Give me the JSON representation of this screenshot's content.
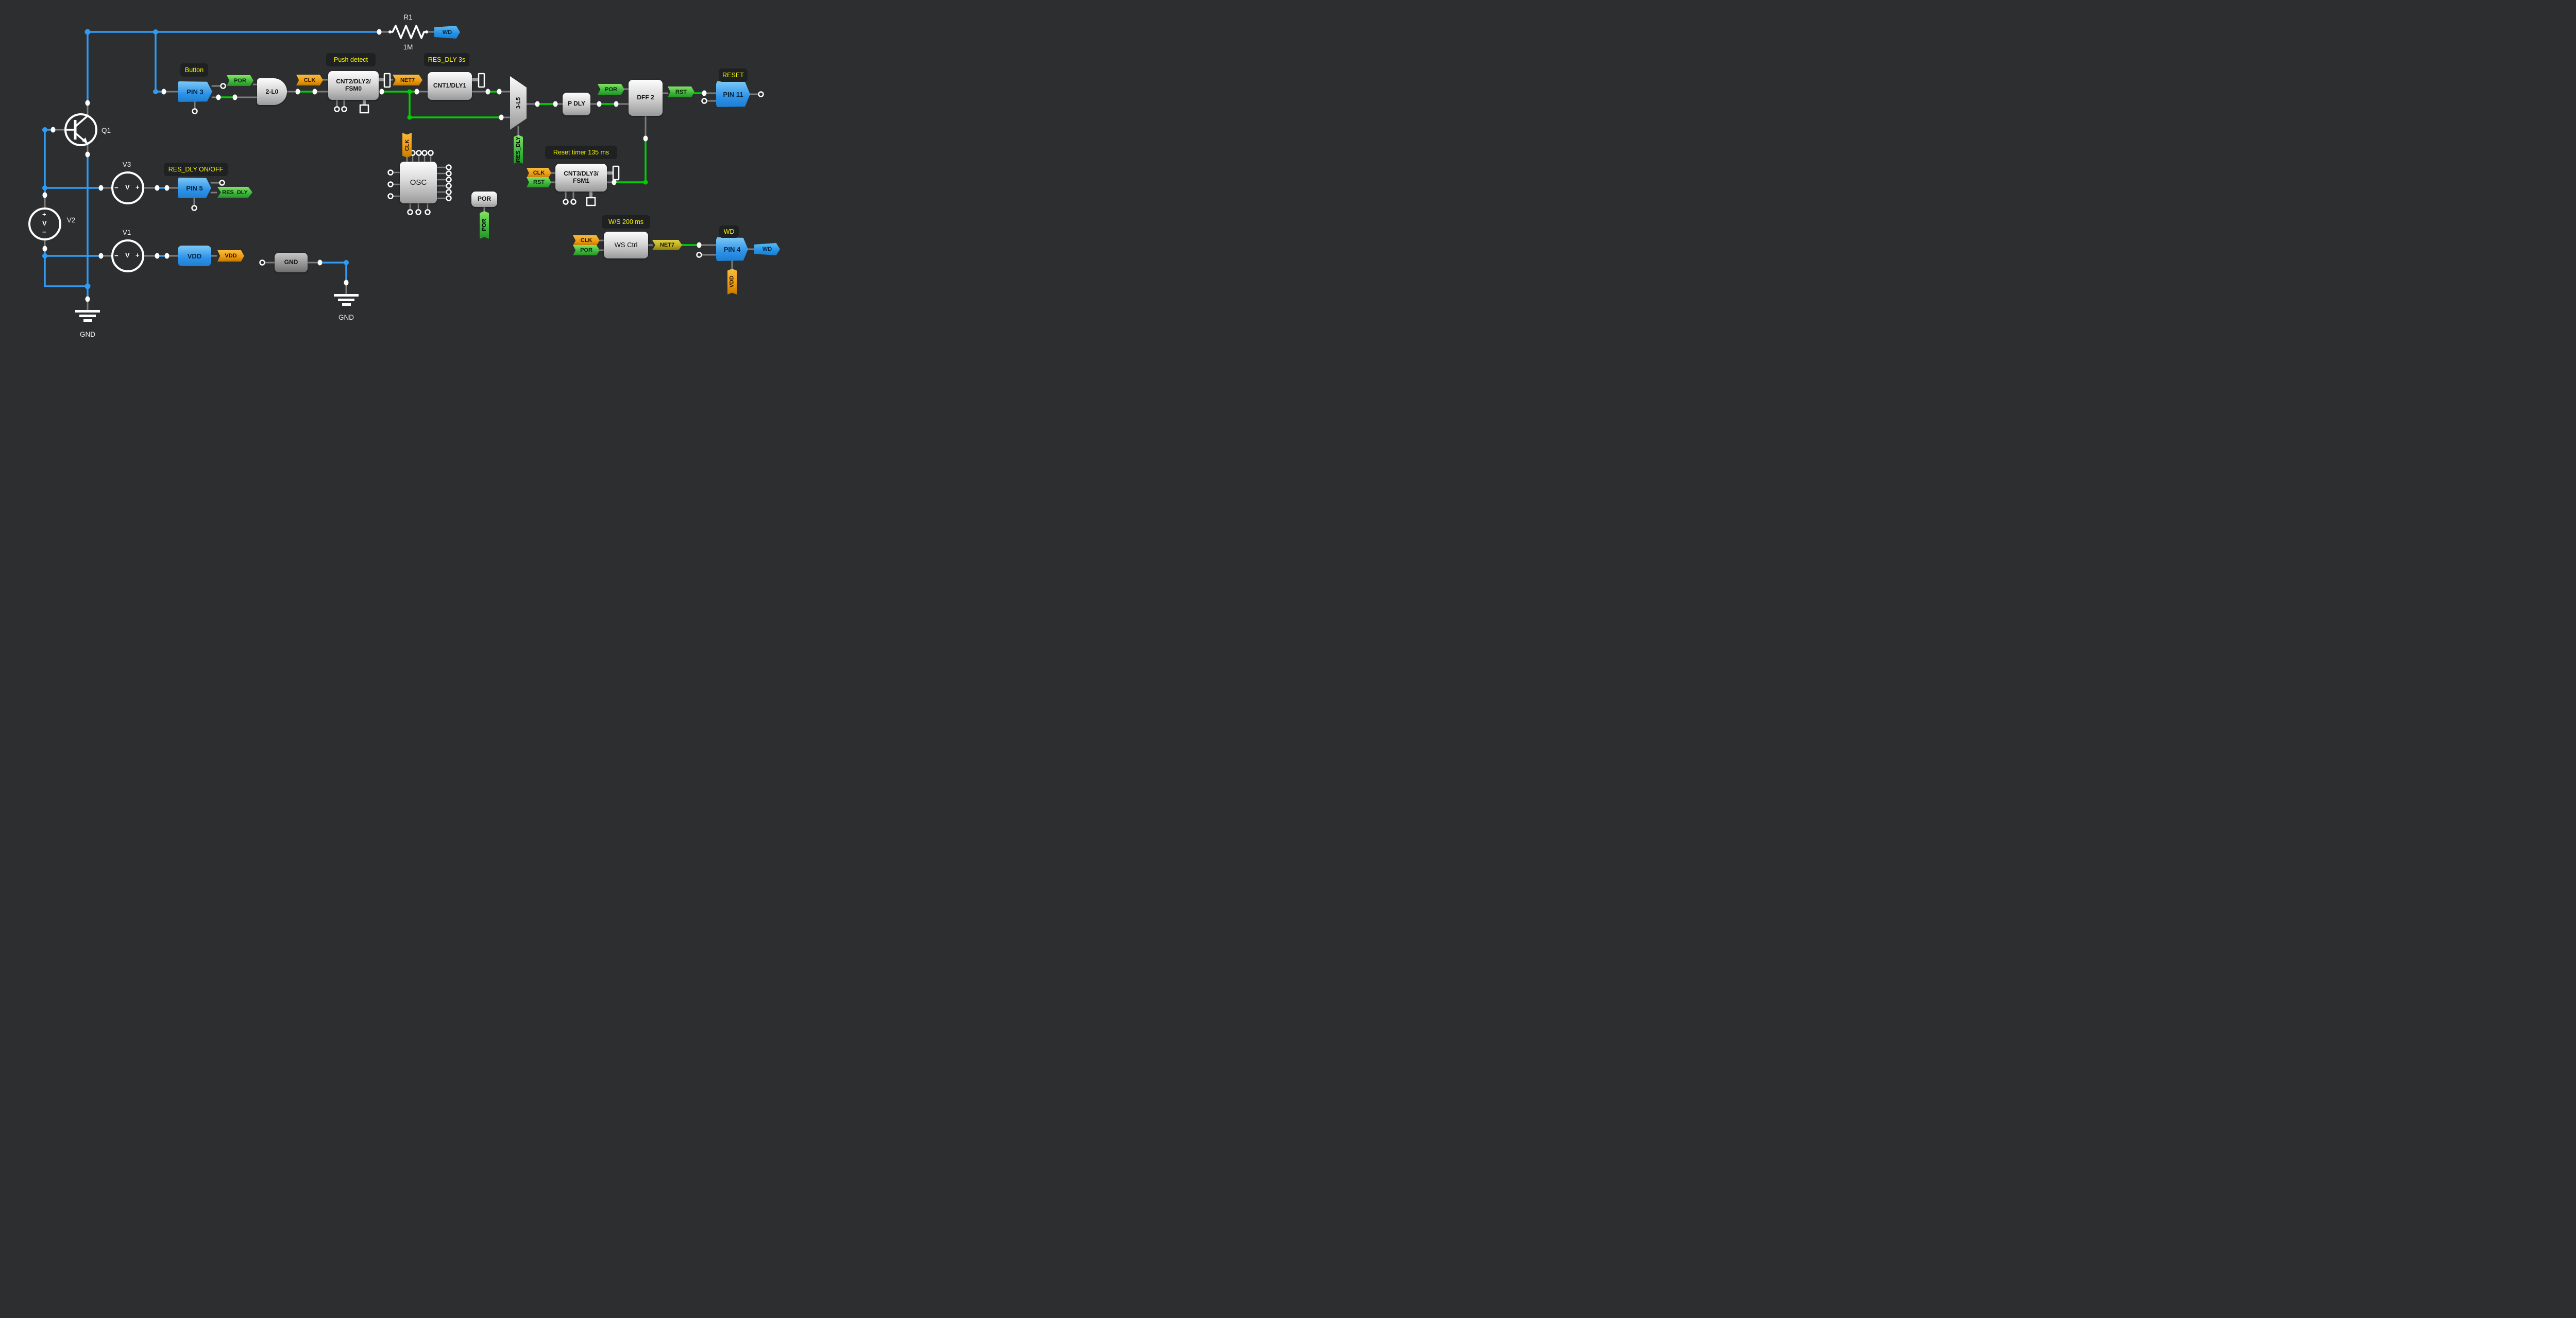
{
  "app": {
    "background": "#2c2e2f"
  },
  "colors": {
    "wire_blue": "#2f9bf5",
    "wire_green": "#00d000",
    "wire_gray": "#7e7e7e",
    "flag_green": "#3fba3f",
    "flag_orange": "#ef9c13",
    "flag_yellow": "#bfae24",
    "flag_blue": "#2391e4",
    "annotation_text": "#f8f800"
  },
  "annotations": {
    "button": "Button",
    "push_detect": "Push detect",
    "res_dly_3s": "RES_DLY 3s",
    "reset": "RESET",
    "res_dly_onoff": "RES_DLY ON/OFF",
    "reset_timer": "Reset timer 135 ms",
    "ws_200ms": "W/S 200 ms",
    "wd": "WD"
  },
  "blocks": {
    "pin3": "PIN 3",
    "pin5": "PIN 5",
    "pin11": "PIN 11",
    "pin4": "PIN 4",
    "gate_2l0": "2-L0",
    "cnt2_line1": "CNT2/DLY2/",
    "cnt2_line2": "FSM0",
    "cnt1": "CNT1/DLY1",
    "lut_3l5": "3-L5",
    "p_dly": "P DLY",
    "dff2": "DFF 2",
    "osc": "OSC",
    "por": "POR",
    "cnt3_line1": "CNT3/DLY3/",
    "cnt3_line2": "FSM1",
    "ws_ctrl": "WS Ctrl",
    "vdd": "VDD",
    "gnd": "GND"
  },
  "flags": {
    "por": "POR",
    "clk": "CLK",
    "net7": "NET7",
    "rst": "RST",
    "res_dly": "RES_DLY",
    "wd": "WD",
    "vdd": "VDD"
  },
  "parts": {
    "r1": {
      "ref": "R1",
      "value": "1M"
    },
    "q1": {
      "ref": "Q1"
    },
    "v1": {
      "ref": "V1"
    },
    "v2": {
      "ref": "V2"
    },
    "v3": {
      "ref": "V3"
    },
    "gnd_left": "GND",
    "gnd_center": "GND"
  },
  "glyphs": {
    "plus": "+",
    "minus": "−",
    "volt": "V"
  }
}
